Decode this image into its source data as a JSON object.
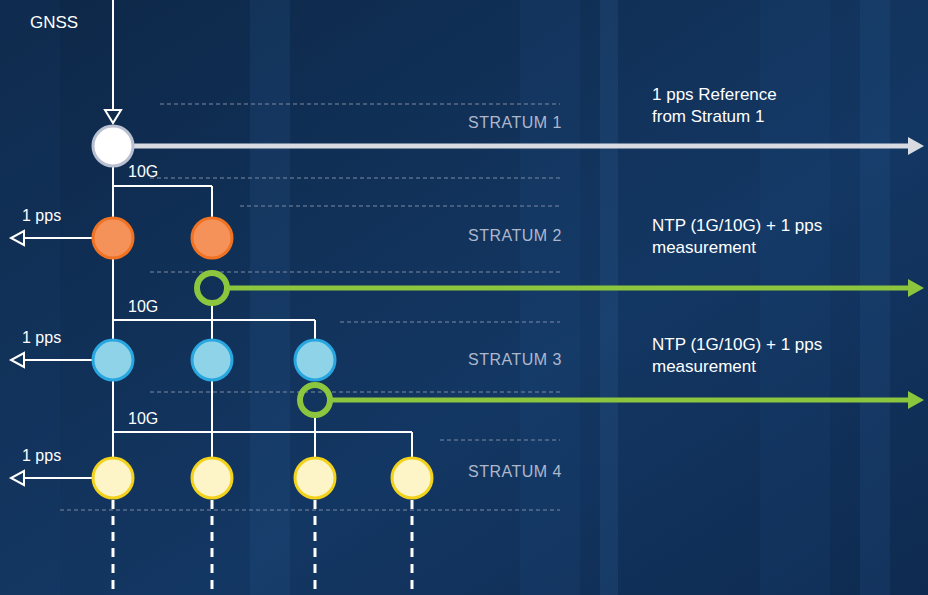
{
  "diagram": {
    "labels": [
      "GNSS",
      "1 pps Reference from Stratum 1",
      "STRATUM 1",
      "10G",
      "1 pps",
      "STRATUM 2",
      "NTP (1G/10G) + 1 pps measurement",
      "10G",
      "1 pps",
      "STRATUM 3",
      "NTP (1G/10G) + 1 pps measurement",
      "10G",
      "1 pps",
      "STRATUM 4"
    ]
  }
}
